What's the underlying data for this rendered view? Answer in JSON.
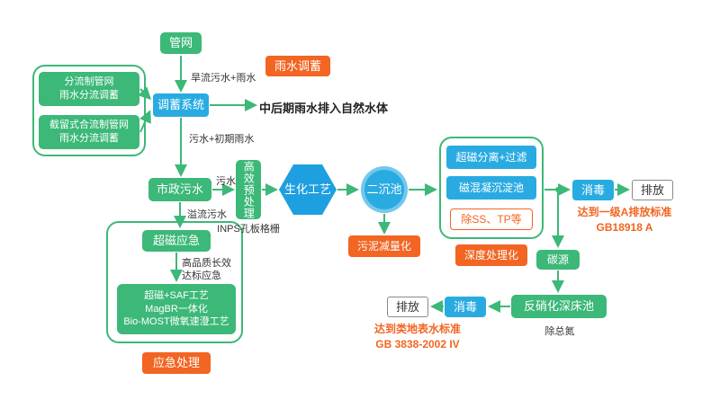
{
  "palette": {
    "green": "#3CB878",
    "blue": "#29ABE2",
    "deep_blue": "#1E9FE0",
    "orange": "#F26522",
    "arrow": "#3CB878"
  },
  "nodes": {
    "pipe_network": "管网",
    "rain_storage_tag": "雨水调蓄",
    "separate_network": [
      "分流制管网",
      "雨水分流调蓄"
    ],
    "intercept_network": [
      "截留式合流制管网",
      "雨水分流调蓄"
    ],
    "storage_system": "调蓄系统",
    "municipal_sewage": "市政污水",
    "pretreatment": "高效预处理",
    "bio_process": "生化工艺",
    "secondary_tank": "二沉池",
    "supermag_filter": "超磁分离+过滤",
    "mag_coagulation": "磁混凝沉淀池",
    "remove_ss_tp": "除SS、TP等",
    "disinfect_top": "消毒",
    "discharge_top": "排放",
    "sludge_reduction": "污泥减量化",
    "advanced_treatment_tag": "深度处理化",
    "supermag_emergency": "超磁应急",
    "emergency_tech": [
      "超磁+SAF工艺",
      "MagBR一体化",
      "Bio-MOST微氧速澄工艺"
    ],
    "emergency_tag": "应急处理",
    "carbon_source": "碳源",
    "denitrification": "反硝化深床池",
    "disinfect_bottom": "消毒",
    "discharge_bottom": "排放"
  },
  "labels": {
    "dry_flow": "旱流污水+雨水",
    "late_rain": "中后期雨水排入自然水体",
    "sewage_initial_rain": "污水+初期雨水",
    "sewage": "污水",
    "inps": "INPS孔板格栅",
    "overflow": "溢流污水",
    "quality_line1": "高品质长效",
    "quality_line2": "达标应急",
    "remove_tn": "除总氮",
    "standard_a_line1": "达到一级A排放标准",
    "standard_a_line2": "GB18918 A",
    "standard_iv_line1": "达到类地表水标准",
    "standard_iv_line2": "GB 3838-2002 IV"
  }
}
